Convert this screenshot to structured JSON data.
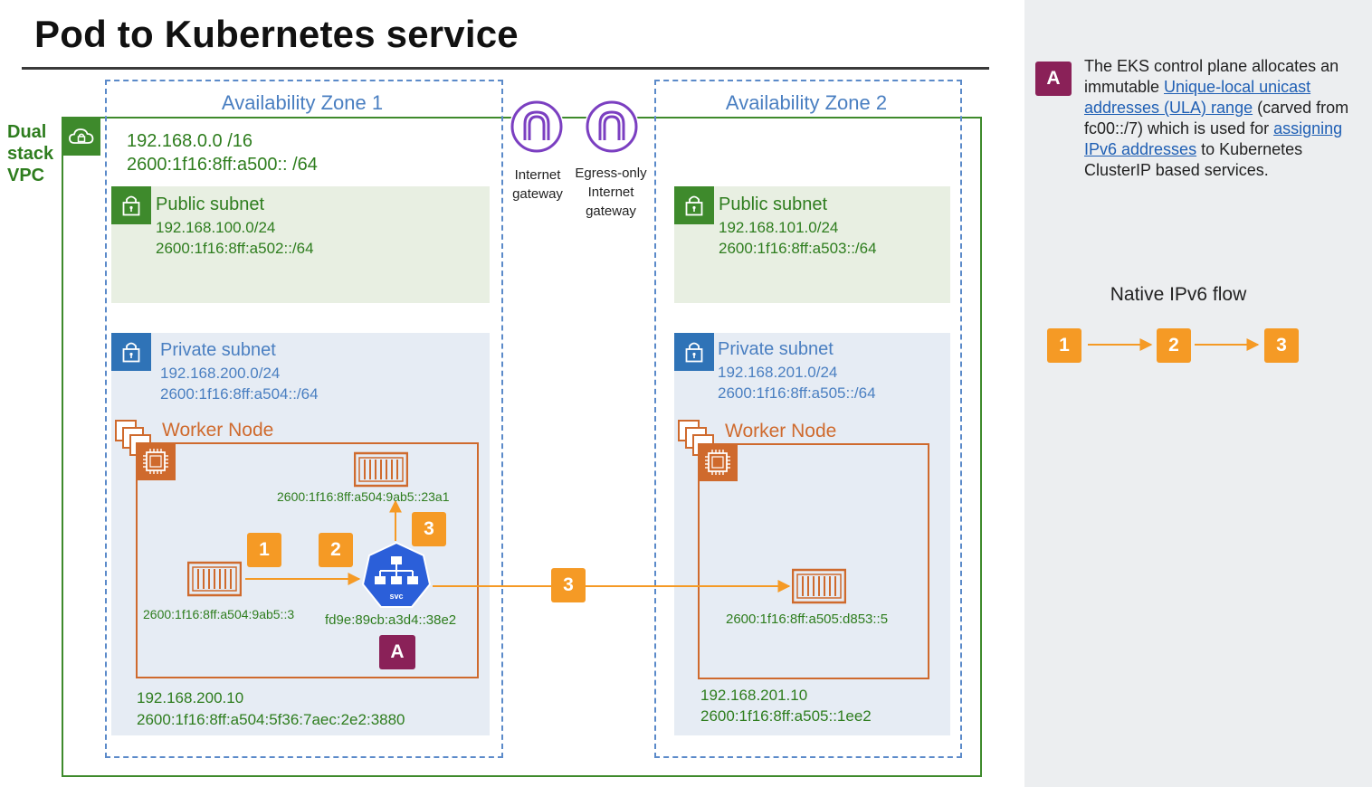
{
  "title": "Pod to Kubernetes service",
  "vpc": {
    "label": "Dual stack VPC",
    "label_lines": [
      "Dual",
      "stack",
      "VPC"
    ],
    "ipv4_cidr": "192.168.0.0 /16",
    "ipv6_cidr": "2600:1f16:8ff:a500:: /64"
  },
  "az1": {
    "label": "Availability Zone 1",
    "public_subnet": {
      "title": "Public subnet",
      "ipv4": "192.168.100.0/24",
      "ipv6": "2600:1f16:8ff:a502::/64"
    },
    "private_subnet": {
      "title": "Private subnet",
      "ipv4": "192.168.200.0/24",
      "ipv6": "2600:1f16:8ff:a504::/64"
    },
    "worker_node": {
      "label": "Worker Node",
      "ipv4": "192.168.200.10",
      "ipv6": "2600:1f16:8ff:a504:5f36:7aec:2e2:3880",
      "source_pod_ip": "2600:1f16:8ff:a504:9ab5::3",
      "target_pod_ip": "2600:1f16:8ff:a504:9ab5::23a1",
      "service_ip": "fd9e:89cb:a3d4::38e2",
      "service_icon_text": "svc"
    }
  },
  "az2": {
    "label": "Availability Zone 2",
    "public_subnet": {
      "title": "Public subnet",
      "ipv4": "192.168.101.0/24",
      "ipv6": "2600:1f16:8ff:a503::/64"
    },
    "private_subnet": {
      "title": "Private subnet",
      "ipv4": "192.168.201.0/24",
      "ipv6": "2600:1f16:8ff:a505::/64"
    },
    "worker_node": {
      "label": "Worker Node",
      "ipv4": "192.168.201.10",
      "ipv6": "2600:1f16:8ff:a505::1ee2",
      "pod_ip": "2600:1f16:8ff:a505:d853::5"
    }
  },
  "gateways": {
    "internet": {
      "lines": [
        "Internet",
        "gateway"
      ]
    },
    "egress_only": {
      "lines": [
        "Egress-only",
        "Internet",
        "gateway"
      ]
    }
  },
  "flow_badges": {
    "step1": "1",
    "step2": "2",
    "step3": "3",
    "ula": "A"
  },
  "note": {
    "badge": "A",
    "text_1": "The EKS control plane allocates an immutable ",
    "link_1": "Unique-local unicast addresses (ULA) range",
    "text_2": " (carved from fc00::/7) which is used for ",
    "link_2": "assigning IPv6 addresses",
    "text_3": " to Kubernetes ClusterIP based services."
  },
  "legend": {
    "title": "Native IPv6 flow",
    "steps": [
      "1",
      "2",
      "3"
    ]
  },
  "colors": {
    "vpc_green": "#3e8a2c",
    "az_blue": "#5b8ac9",
    "worker_orange": "#cf6a2d",
    "flow_orange": "#f59a25",
    "ula_purple": "#8a2158",
    "gateway_purple": "#7b3fc1",
    "service_blue": "#2b5fd9"
  },
  "icons": [
    "vpc-cloud-lock-icon",
    "subnet-lock-icon",
    "ec2-instances-icon",
    "ec2-chip-icon",
    "pod-container-icon",
    "kubernetes-service-icon",
    "internet-gateway-icon"
  ]
}
